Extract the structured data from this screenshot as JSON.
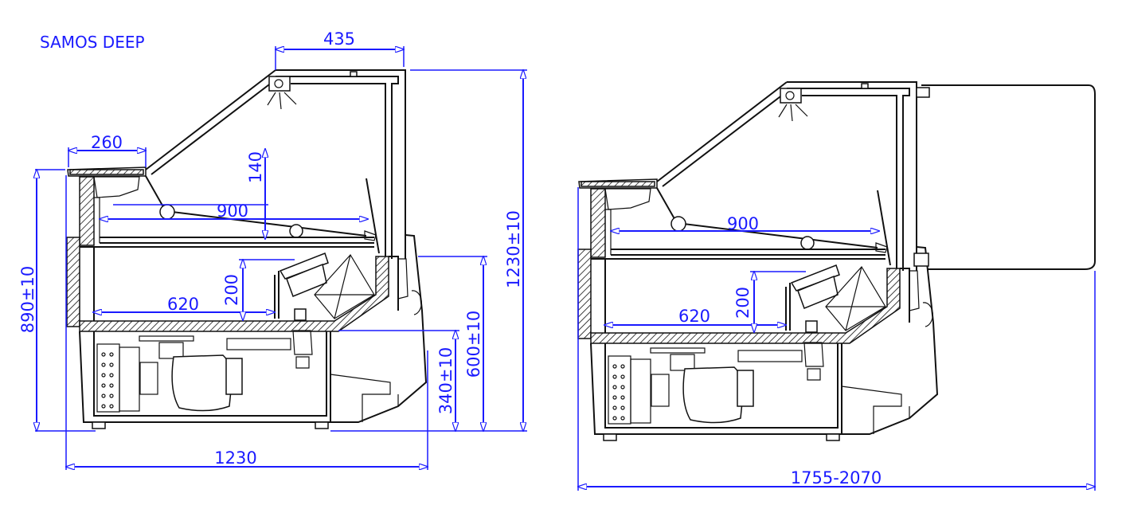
{
  "title": "SAMOS DEEP",
  "colors": {
    "dimension": "#1a1aff",
    "outline": "#111111"
  },
  "left_view": {
    "dims": {
      "canopy_depth": "435",
      "shelf_depth": "260",
      "shelf_clearance": "140",
      "shelf_width": "900",
      "display_depth": "620",
      "display_height": "200",
      "front_height": "890±10",
      "total_height": "1230±10",
      "counter_height": "600±10",
      "base_height": "340±10",
      "total_depth": "1230"
    }
  },
  "right_view": {
    "dims": {
      "shelf_width": "900",
      "display_depth": "620",
      "display_height": "200",
      "total_depth_range": "1755-2070"
    }
  }
}
